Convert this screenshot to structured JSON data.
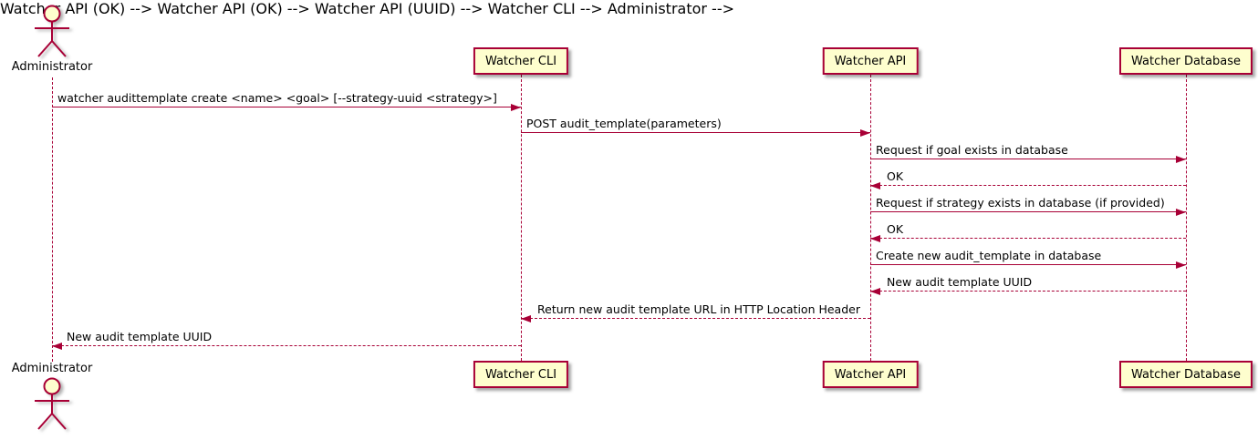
{
  "diagram": {
    "type": "uml-sequence-diagram",
    "colors": {
      "stroke": "#A80036",
      "participant_fill": "#FEFECE",
      "text": "#000000",
      "background": "#FFFFFF"
    },
    "participants": [
      {
        "id": "administrator",
        "kind": "actor",
        "label": "Administrator"
      },
      {
        "id": "watcher-cli",
        "kind": "participant",
        "label": "Watcher CLI"
      },
      {
        "id": "watcher-api",
        "kind": "participant",
        "label": "Watcher API"
      },
      {
        "id": "watcher-database",
        "kind": "participant",
        "label": "Watcher Database"
      }
    ],
    "messages": [
      {
        "from": "Administrator",
        "to": "Watcher CLI",
        "style": "solid",
        "label": "watcher audittemplate create <name> <goal> [--strategy-uuid <strategy>]"
      },
      {
        "from": "Watcher CLI",
        "to": "Watcher API",
        "style": "solid",
        "label": "POST audit_template(parameters)"
      },
      {
        "from": "Watcher API",
        "to": "Watcher Database",
        "style": "solid",
        "label": "Request if goal exists in database"
      },
      {
        "from": "Watcher Database",
        "to": "Watcher API",
        "style": "dashed",
        "label": "OK"
      },
      {
        "from": "Watcher API",
        "to": "Watcher Database",
        "style": "solid",
        "label": "Request if strategy exists in database (if provided)"
      },
      {
        "from": "Watcher Database",
        "to": "Watcher API",
        "style": "dashed",
        "label": "OK"
      },
      {
        "from": "Watcher API",
        "to": "Watcher Database",
        "style": "solid",
        "label": "Create new audit_template in database"
      },
      {
        "from": "Watcher Database",
        "to": "Watcher API",
        "style": "dashed",
        "label": "New audit template UUID"
      },
      {
        "from": "Watcher API",
        "to": "Watcher CLI",
        "style": "dashed",
        "label": "Return new audit template URL in HTTP Location Header"
      },
      {
        "from": "Watcher CLI",
        "to": "Administrator",
        "style": "dashed",
        "label": "New audit template UUID"
      }
    ]
  }
}
